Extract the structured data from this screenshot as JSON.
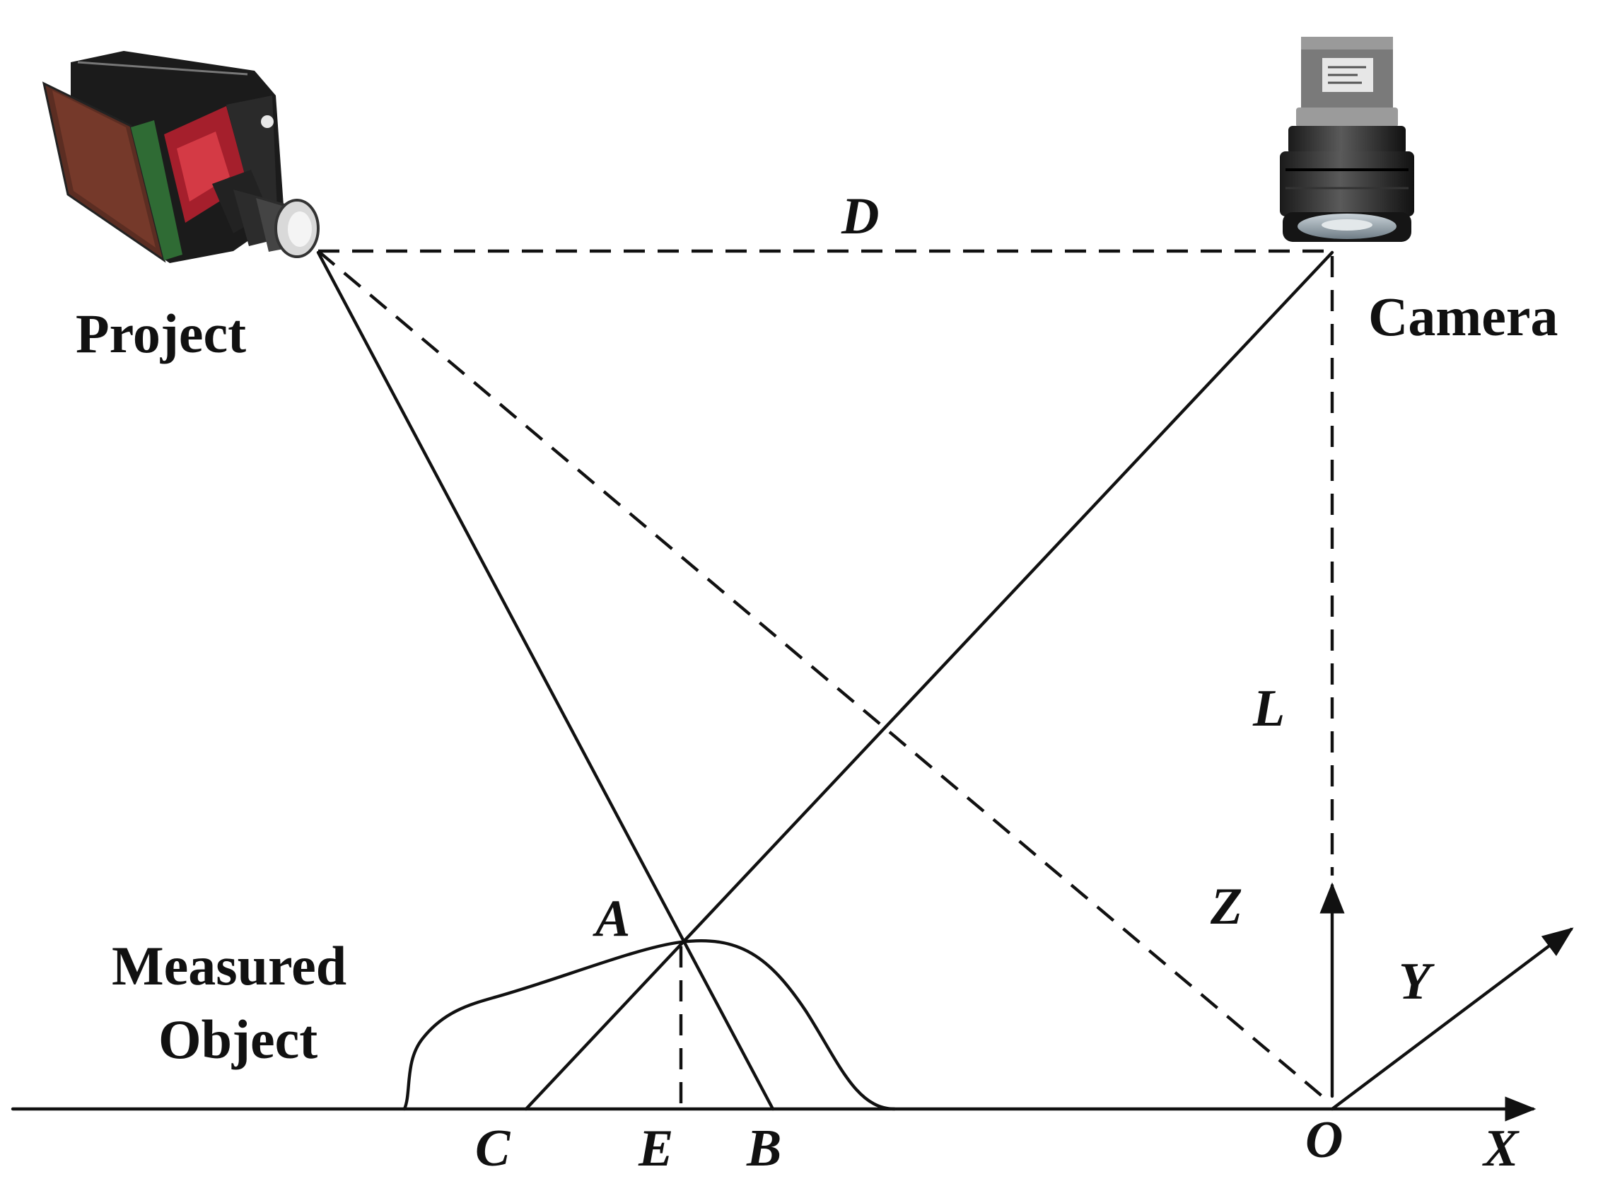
{
  "labels": {
    "projector": "Project",
    "camera": "Camera",
    "object_line1": "Measured",
    "object_line2": "Object"
  },
  "points": {
    "D": "D",
    "L": "L",
    "A": "A",
    "Z": "Z",
    "Y": "Y",
    "C": "C",
    "E": "E",
    "B": "B",
    "O": "O",
    "X": "X"
  },
  "icons": {
    "projector": "projector-icon",
    "camera": "camera-icon"
  }
}
